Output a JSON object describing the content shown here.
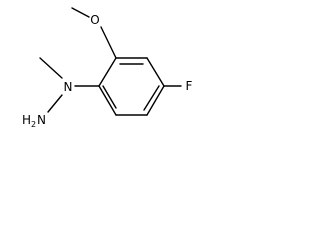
{
  "molecule": {
    "atoms": {
      "oxygen": "O",
      "fluorine": "F",
      "nitrogen_ring": "N",
      "amine_h": "H",
      "amine_h_count": "2",
      "amine_n": "N"
    },
    "colors": {
      "bond": "#000000",
      "text": "#000000",
      "background": "#ffffff"
    }
  }
}
